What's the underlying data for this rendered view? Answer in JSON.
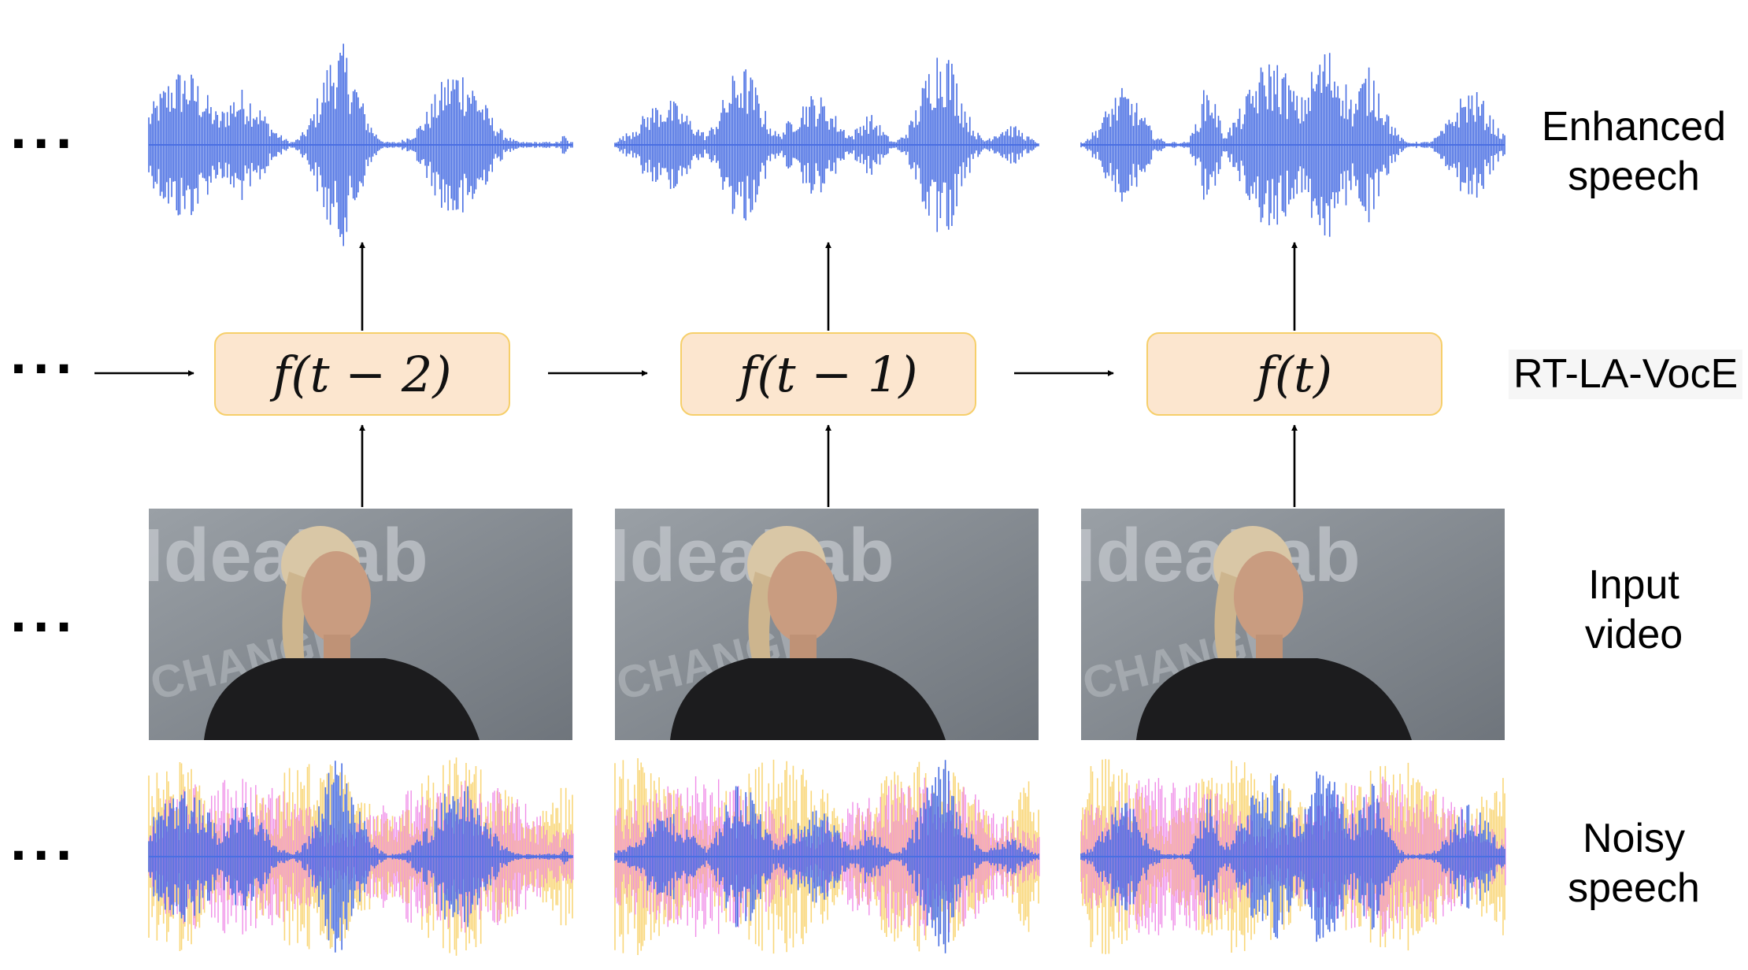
{
  "row_labels": {
    "enhanced": [
      "Enhanced",
      "speech"
    ],
    "model": "RT-LA-VocE",
    "video": [
      "Input",
      "video"
    ],
    "noisy": [
      "Noisy",
      "speech"
    ]
  },
  "ellipsis": "···",
  "steps": [
    {
      "fn_label": "f(t − 2)"
    },
    {
      "fn_label": "f(t − 1)"
    },
    {
      "fn_label": "f(t)"
    }
  ],
  "frame_text": {
    "logo": "IdeaLab",
    "sign": "CHANGE"
  },
  "colors": {
    "speech": "#4a6fe3",
    "noise_yellow": "#f9d77a",
    "noise_pink": "#f08de8",
    "box_fill": "#fce6cf",
    "box_border": "#f6cf6a",
    "frame_bg": "#8a8f96"
  }
}
